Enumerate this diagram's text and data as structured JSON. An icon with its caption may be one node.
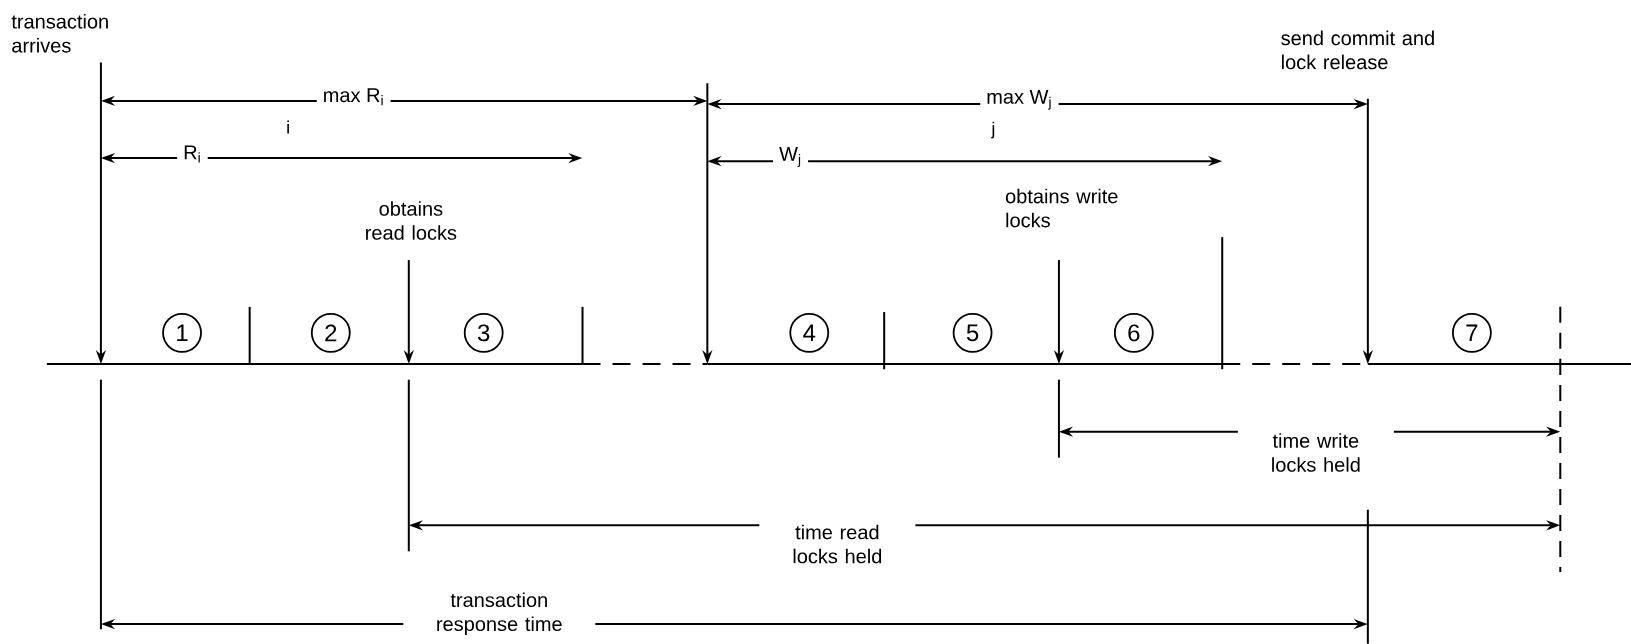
{
  "diagram": {
    "nodes": [
      {
        "text": [
          "1"
        ]
      },
      {
        "text": [
          "2"
        ]
      },
      {
        "text": [
          "3"
        ]
      },
      {
        "text": [
          "4"
        ]
      },
      {
        "text": [
          "5"
        ]
      },
      {
        "text": [
          "6"
        ]
      },
      {
        "text": [
          "7"
        ]
      }
    ],
    "labels": [
      "transaction arrives",
      "send commit and lock release",
      "max R$_{i}$",
      "i",
      "max W$_{j}$",
      "j",
      "R$_{i}$",
      "W$_{j}$",
      "obtains read locks",
      "obtains write locks",
      "time write locks held",
      "time read locks held",
      "transaction response time"
    ]
  }
}
